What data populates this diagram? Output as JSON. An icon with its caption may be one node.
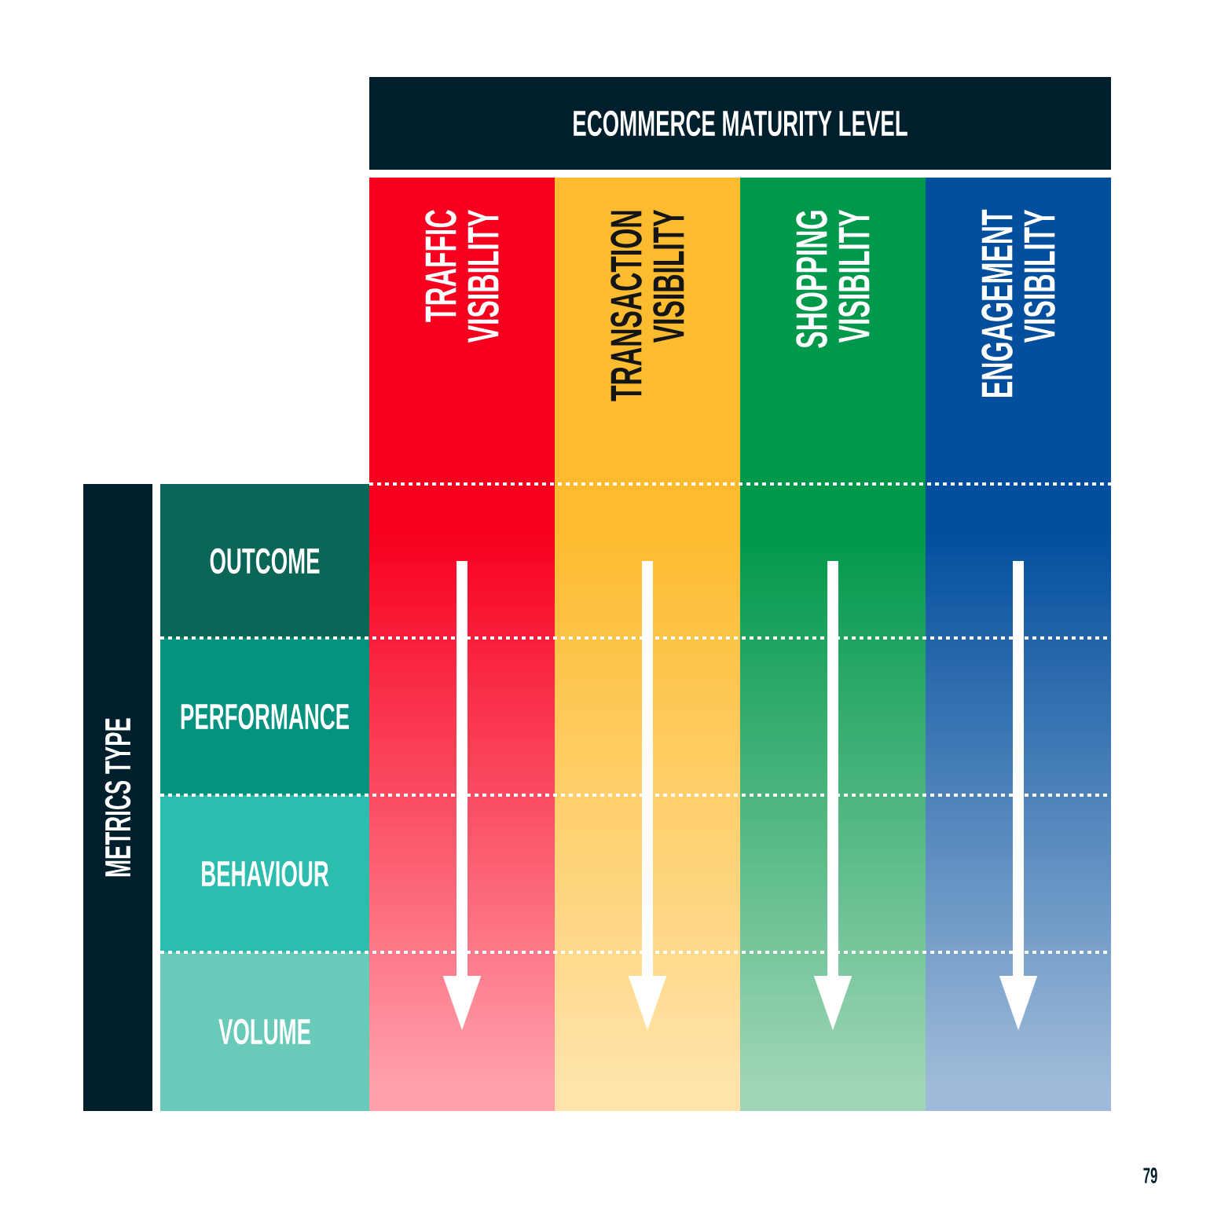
{
  "diagram": {
    "nodes": [
      {
        "text": [
          "ECOMMERCE MATURITY LEVEL"
        ]
      },
      {
        "text": [
          "TRAFFIC VISIBILITY"
        ]
      },
      {
        "text": [
          "TRANSACTION VISIBILITY"
        ]
      },
      {
        "text": [
          "SHOPPING VISIBILITY"
        ]
      },
      {
        "text": [
          "ENGAGEMENT VISIBILITY"
        ]
      },
      {
        "text": [
          "METRICS TYPE"
        ]
      },
      {
        "text": [
          "OUTCOME"
        ]
      },
      {
        "text": [
          "PERFORMANCE"
        ]
      },
      {
        "text": [
          "BEHAVIOUR"
        ]
      },
      {
        "text": [
          "VOLUME"
        ]
      }
    ],
    "labels": [
      "79"
    ]
  }
}
